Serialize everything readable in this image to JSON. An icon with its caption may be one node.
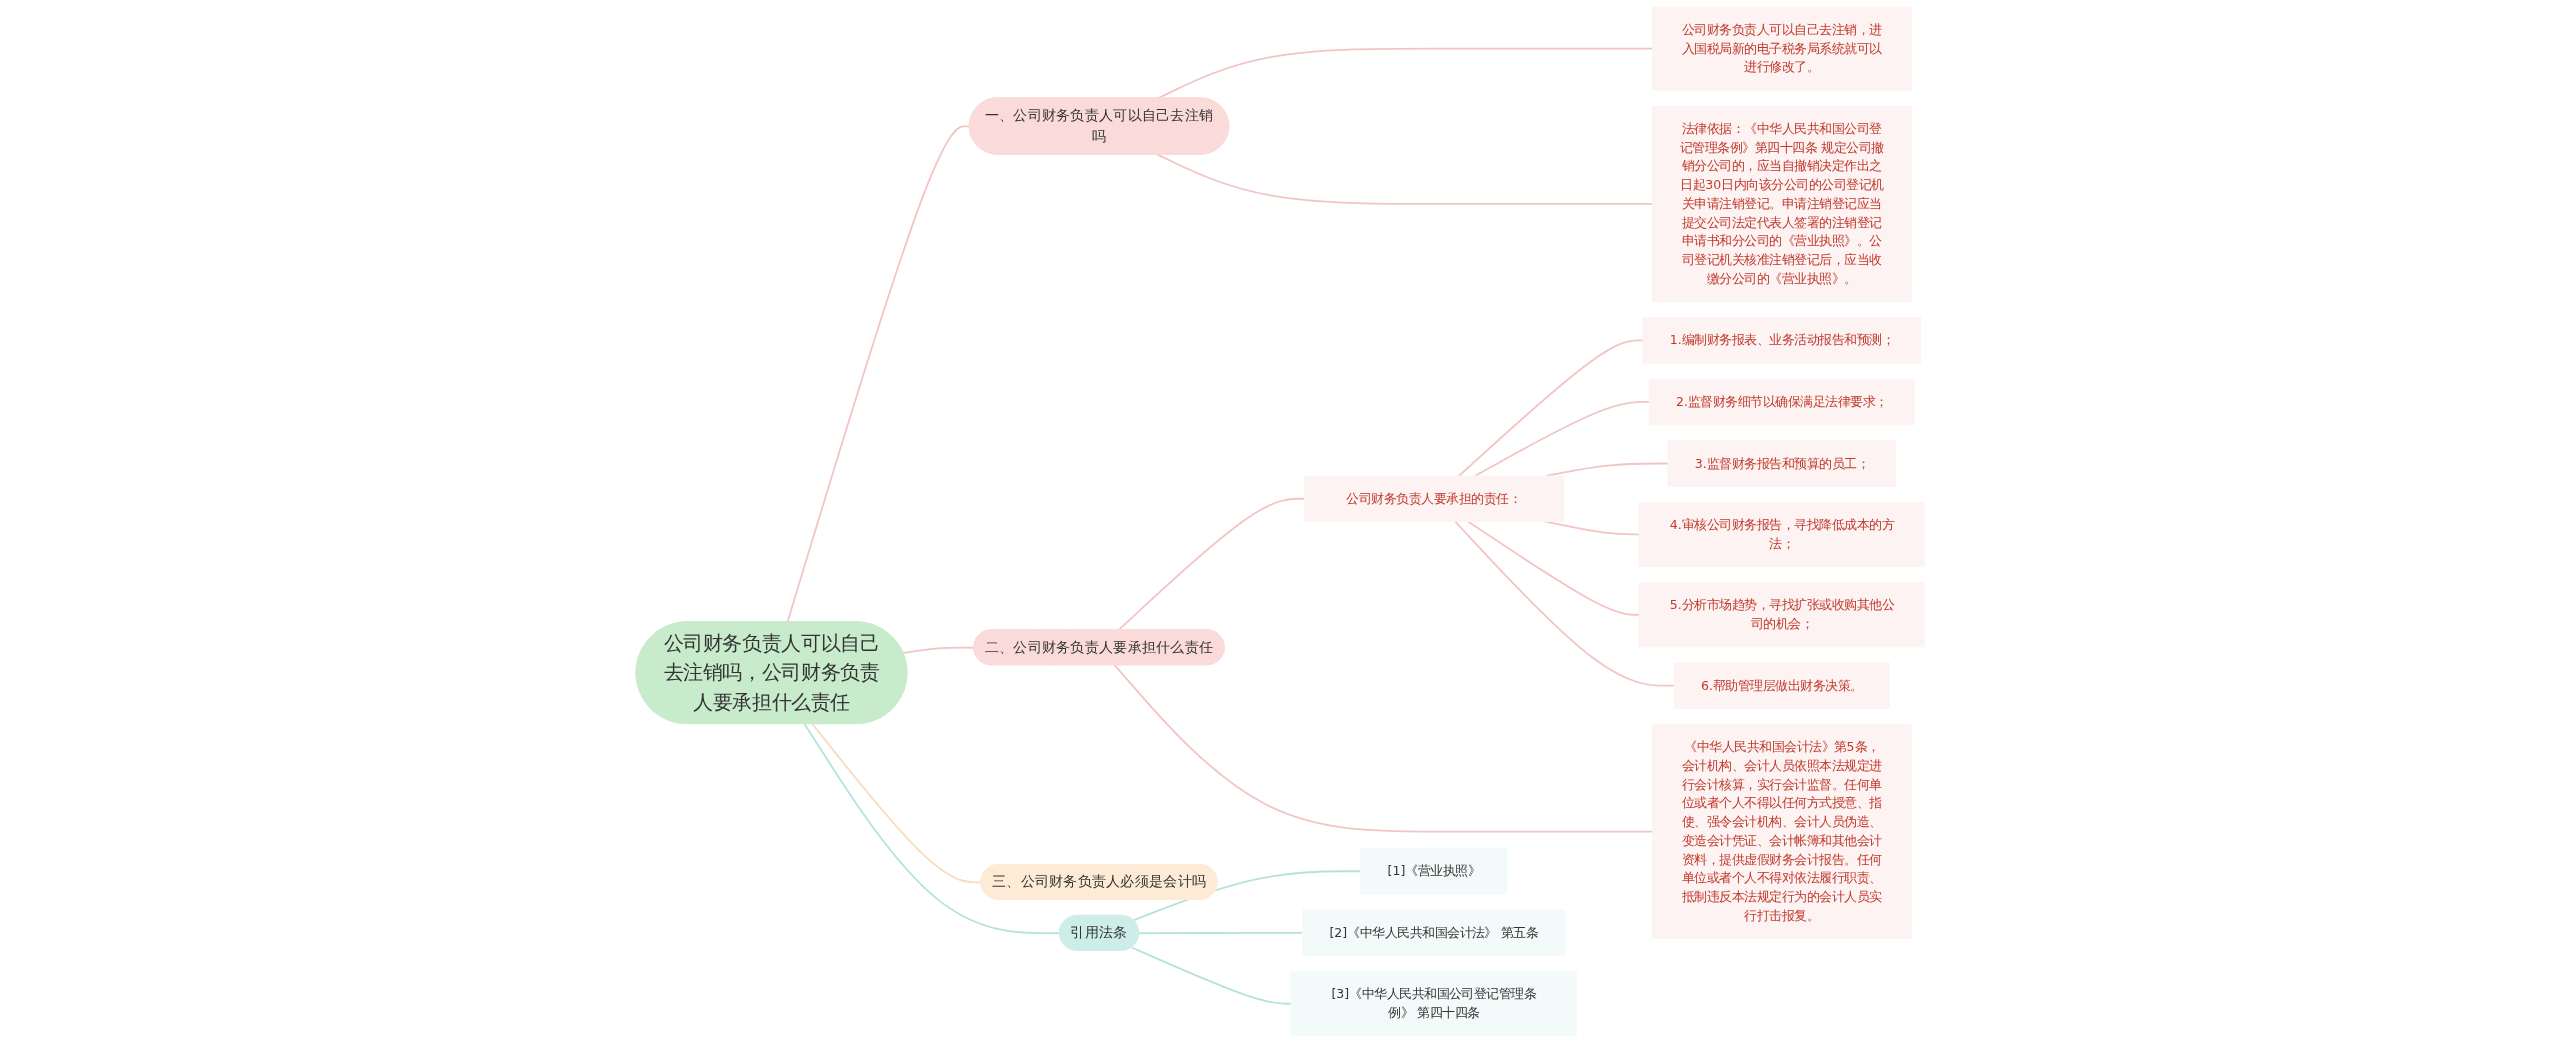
{
  "diagram": {
    "nodes": [
      {
        "text": [
          "公司财务负责人可以自己去注销吗，公司财务负责人要承担什么责任"
        ]
      },
      {
        "text": [
          "一、公司财务负责人可以自己去注销吗"
        ]
      },
      {
        "text": [
          "公司财务负责人可以自己去注销，进入国税局新的电子税务局系统就可以进行修改了。"
        ]
      },
      {
        "text": [
          "法律依据：《中华人民共和国公司登记管理条例》第四十四条 规定公司撤销分公司的，应当自撤销决定作出之日起30日内向该分公司的公司登记机关申请注销登记。申请注销登记应当提交公司法定代表人签署的注销登记申请书和分公司的《营业执照》。公司登记机关核准注销登记后，应当收缴分公司的《营业执照》。"
        ]
      },
      {
        "text": [
          "二、公司财务负责人要承担什么责任"
        ]
      },
      {
        "text": [
          "公司财务负责人要承担的责任："
        ]
      },
      {
        "text": [
          "1.编制财务报表、业务活动报告和预测；"
        ]
      },
      {
        "text": [
          "2.监督财务细节以确保满足法律要求；"
        ]
      },
      {
        "text": [
          "3.监督财务报告和预算的员工；"
        ]
      },
      {
        "text": [
          "4.审核公司财务报告，寻找降低成本的方法；"
        ]
      },
      {
        "text": [
          "5.分析市场趋势，寻找扩张或收购其他公司的机会；"
        ]
      },
      {
        "text": [
          "6.帮助管理层做出财务决策。"
        ]
      },
      {
        "text": [
          "《中华人民共和国会计法》第5条，会计机构、会计人员依照本法规定进行会计核算，实行会计监督。任何单位或者个人不得以任何方式授意、指使、强令会计机构、会计人员伪造、变造会计凭证、会计帐簿和其他会计资料，提供虚假财务会计报告。任何单位或者个人不得对依法履行职责、抵制违反本法规定行为的会计人员实行打击报复。"
        ]
      },
      {
        "text": [
          "三、公司财务负责人必须是会计吗"
        ]
      },
      {
        "text": [
          "引用法条"
        ]
      },
      {
        "text": [
          "[1]《营业执照》"
        ]
      },
      {
        "text": [
          "[2]《中华人民共和国会计法》 第五条"
        ]
      },
      {
        "text": [
          "[3]《中华人民共和国公司登记管理条例》 第四十四条"
        ]
      }
    ],
    "edges": [
      {
        "from": 0,
        "to": 1,
        "arrow": "none"
      },
      {
        "from": 1,
        "to": 2,
        "arrow": "none"
      },
      {
        "from": 1,
        "to": 3,
        "arrow": "none"
      },
      {
        "from": 0,
        "to": 4,
        "arrow": "none"
      },
      {
        "from": 4,
        "to": 5,
        "arrow": "none"
      },
      {
        "from": 5,
        "to": 6,
        "arrow": "none"
      },
      {
        "from": 5,
        "to": 7,
        "arrow": "none"
      },
      {
        "from": 5,
        "to": 8,
        "arrow": "none"
      },
      {
        "from": 5,
        "to": 9,
        "arrow": "none"
      },
      {
        "from": 5,
        "to": 10,
        "arrow": "none"
      },
      {
        "from": 5,
        "to": 11,
        "arrow": "none"
      },
      {
        "from": 4,
        "to": 12,
        "arrow": "none"
      },
      {
        "from": 0,
        "to": 13,
        "arrow": "none",
        "color": "#f8dcc0"
      },
      {
        "from": 0,
        "to": 14,
        "arrow": "none",
        "color": "#b5e3d9"
      },
      {
        "from": 14,
        "to": 15,
        "arrow": "none",
        "color": "#b5e3d9"
      },
      {
        "from": 14,
        "to": 16,
        "arrow": "none",
        "color": "#b5e3d9"
      },
      {
        "from": 14,
        "to": 17,
        "arrow": "none",
        "color": "#b5e3d9"
      }
    ]
  }
}
